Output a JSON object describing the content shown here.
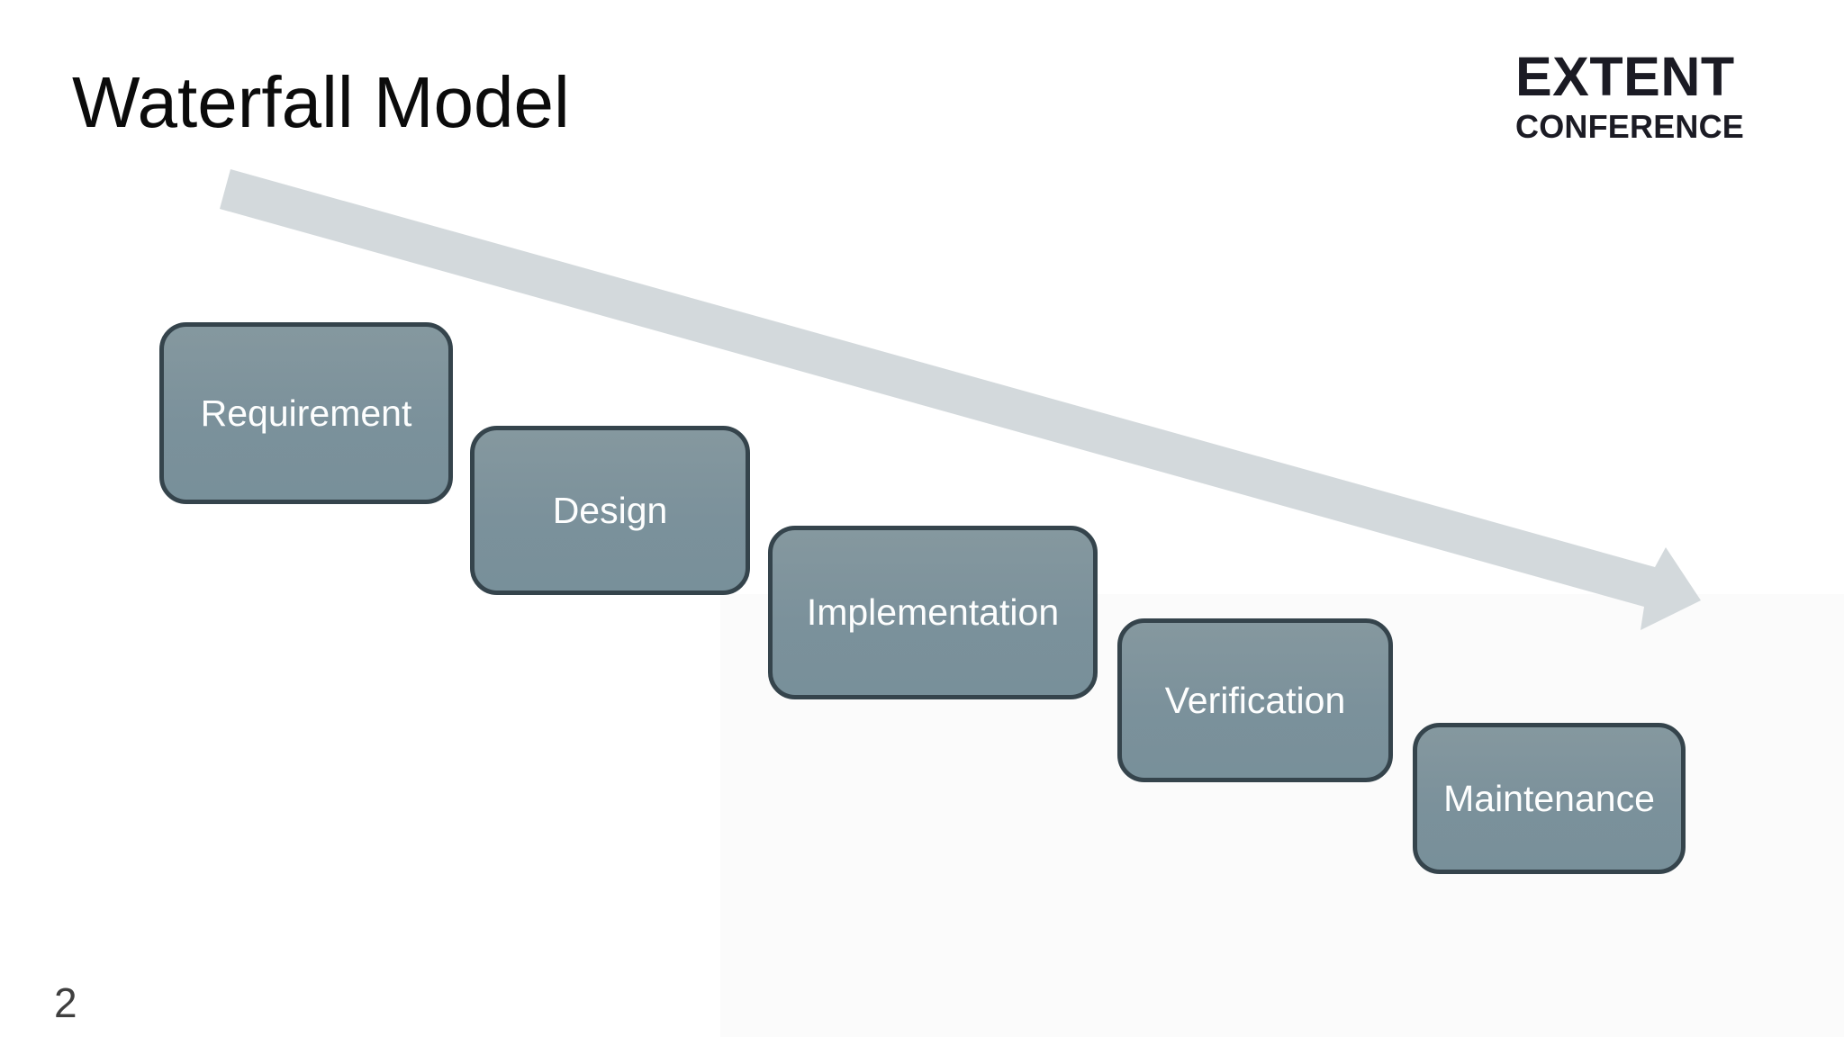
{
  "slide": {
    "title": "Waterfall Model",
    "page_number": "2"
  },
  "logo": {
    "line1": "EXTENT",
    "line2": "CONFERENCE"
  },
  "diagram": {
    "type": "waterfall-process-flow",
    "stages": [
      {
        "label": "Requirement"
      },
      {
        "label": "Design"
      },
      {
        "label": "Implementation"
      },
      {
        "label": "Verification"
      },
      {
        "label": "Maintenance"
      }
    ],
    "arrow": {
      "name": "diagonal-flow-arrow",
      "direction": "top-left to bottom-right"
    }
  },
  "colors": {
    "background": "#FFFFFF",
    "stage_fill": "#7C929C",
    "stage_border": "#35444C",
    "stage_text": "#FDFEFE",
    "arrow_fill": "#D3D9DC",
    "title_text": "#0B0B0B",
    "logo_text": "#1B1B24",
    "page_number_text": "#3F3F3F"
  }
}
